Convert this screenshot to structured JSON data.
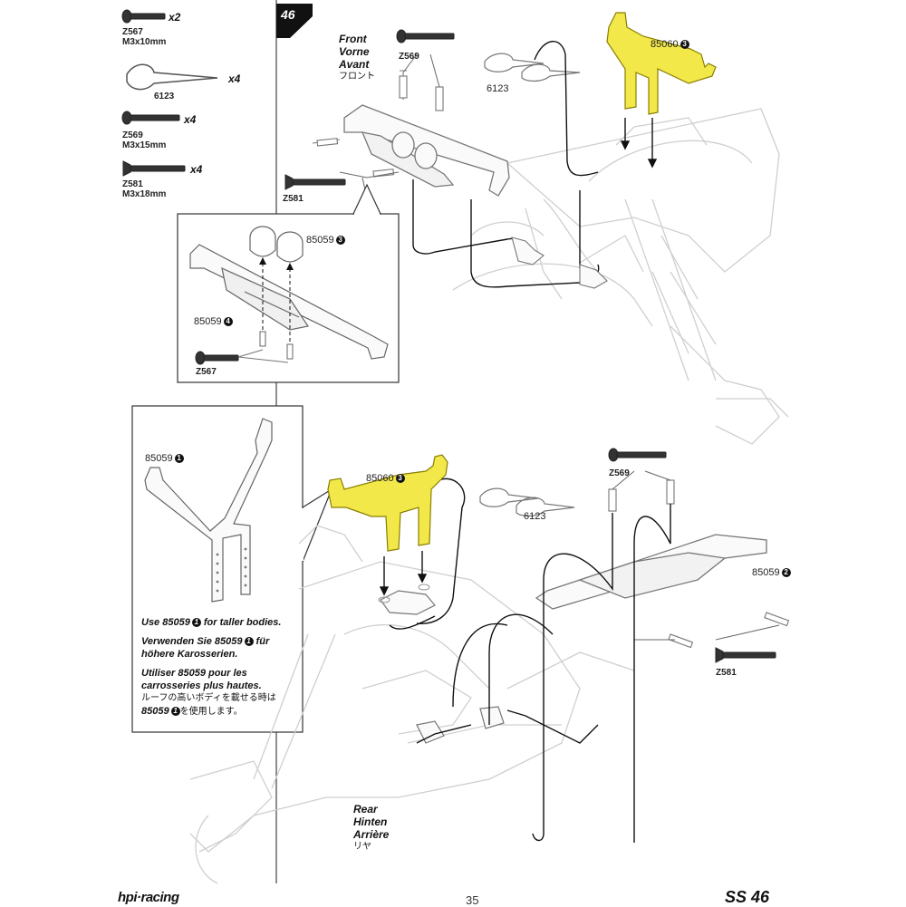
{
  "step": {
    "number": "46"
  },
  "parts_list": [
    {
      "code": "Z567",
      "size": "M3x10mm",
      "qty": "x2"
    },
    {
      "code": "6123",
      "size": "",
      "qty": "x4"
    },
    {
      "code": "Z569",
      "size": "M3x15mm",
      "qty": "x4"
    },
    {
      "code": "Z581",
      "size": "M3x18mm",
      "qty": "x4"
    }
  ],
  "front": {
    "label_en": "Front",
    "label_de": "Vorne",
    "label_fr": "Avant",
    "label_jp": "フロント",
    "screw_top": "Z569",
    "screw_side": "Z581",
    "clip": "6123",
    "body_mount": {
      "part": "85060",
      "num": "3"
    },
    "highlight_color": "#f2e84a"
  },
  "front_detail": {
    "cushion": {
      "part": "85059",
      "num": "3"
    },
    "bumper": {
      "part": "85059",
      "num": "4"
    },
    "screw": "Z567"
  },
  "rear_detail": {
    "part": {
      "part": "85059",
      "num": "1"
    },
    "note_en_pre": "Use 85059",
    "note_en_num": "1",
    "note_en_post": " for taller bodies.",
    "note_de_pre": "Verwenden Sie 85059",
    "note_de_num": "1",
    "note_de_post": " für",
    "note_de_line2": "höhere Karosserien.",
    "note_fr_line1": "Utiliser 85059 pour les",
    "note_fr_line2": "carrosseries plus hautes.",
    "note_jp_line1": "ルーフの高いボディを載せる時は",
    "note_jp_pre": "85059",
    "note_jp_num": "1",
    "note_jp_post": "を使用します。"
  },
  "rear": {
    "label_en": "Rear",
    "label_de": "Hinten",
    "label_fr": "Arrière",
    "label_jp": "リヤ",
    "screw_top": "Z569",
    "screw_side": "Z581",
    "clip": "6123",
    "body_mount": {
      "part": "85060",
      "num": "3"
    },
    "bumper": {
      "part": "85059",
      "num": "2"
    }
  },
  "footer": {
    "page_number": "35",
    "brand": "hpi·racing",
    "model": "SS 46"
  }
}
